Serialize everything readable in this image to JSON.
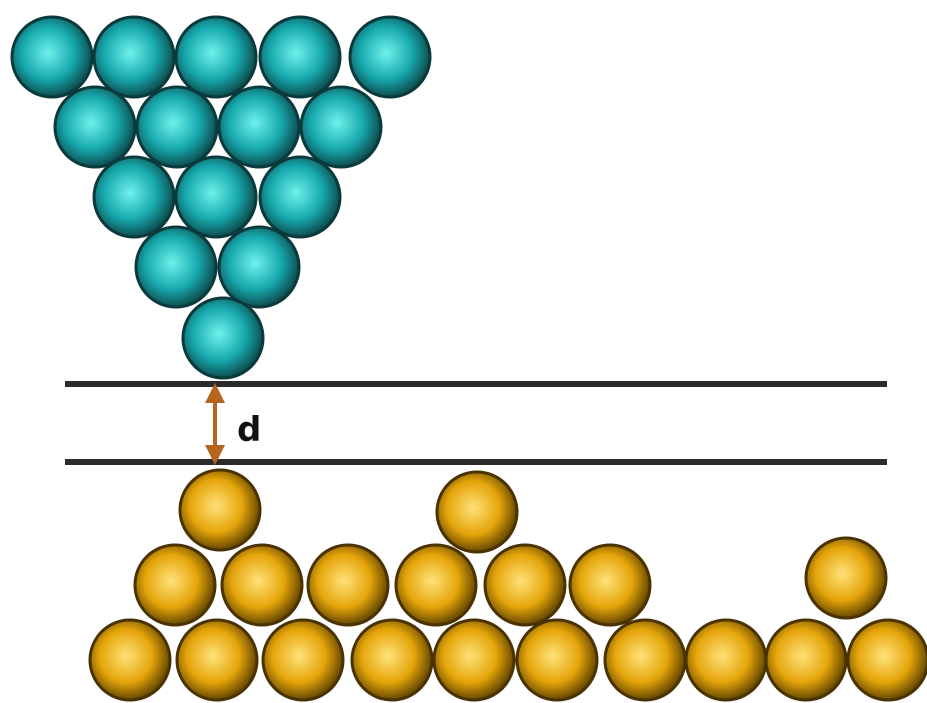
{
  "diagram": {
    "title": "",
    "gap_label": "d",
    "colors": {
      "tip_atom": "#17a9ad",
      "tip_atom_highlight": "#6ff2ec",
      "tip_atom_edge": "#0b3a3c",
      "surface_atom": "#e5a50a",
      "surface_atom_highlight": "#ffe27a",
      "surface_atom_edge": "#4a3300",
      "reference_lines": "#2b2b2b",
      "gap_arrow": "#b5651d",
      "background": "#ffffff"
    },
    "tip": {
      "description_icon": "triangular-atom-cluster",
      "row_atom_counts": [
        5,
        4,
        3,
        2,
        1
      ]
    },
    "surface": {
      "bottom_row_count": 10,
      "middle_row_count": 6,
      "middle_row_extra_count": 1,
      "top_row_count": 2
    }
  }
}
